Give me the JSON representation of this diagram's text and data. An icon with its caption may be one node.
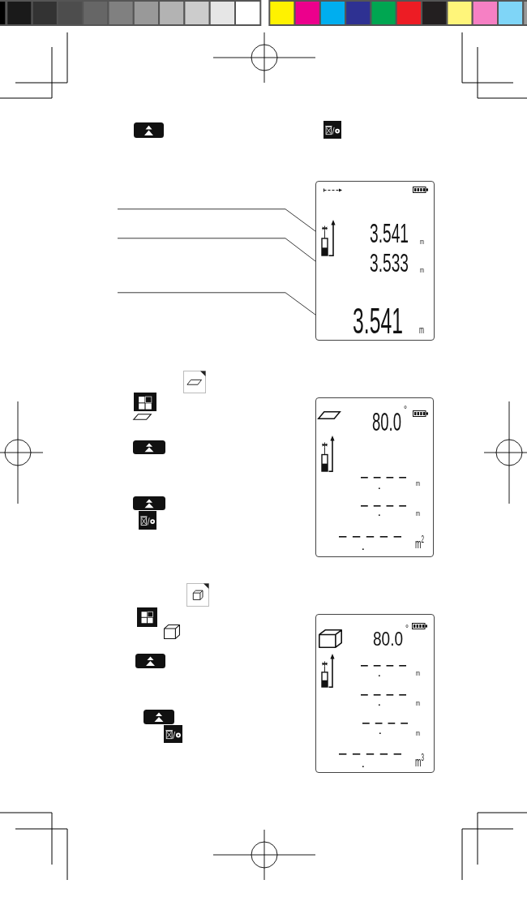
{
  "diagram": {
    "nodes": [
      {
        "text": [],
        "shape": "box"
      },
      {
        "text": [
          "3.541",
          "m"
        ],
        "in": 0
      },
      {
        "text": [
          "3.533",
          "m"
        ],
        "in": 0
      },
      {
        "text": [
          "3.541",
          "m"
        ],
        "in": 0
      },
      {
        "text": [
          "80.0",
          "°",
          "m",
          "m",
          "m$^{2}$"
        ]
      },
      {
        "text": [
          "80.0",
          "°",
          "m",
          "m",
          "m",
          "m$^{3}$"
        ]
      }
    ],
    "edges": [
      {
        "from": null,
        "to": 1,
        "arrow": "none"
      },
      {
        "from": null,
        "to": 2,
        "arrow": "none"
      },
      {
        "from": null,
        "to": 3,
        "arrow": "none"
      }
    ]
  }
}
